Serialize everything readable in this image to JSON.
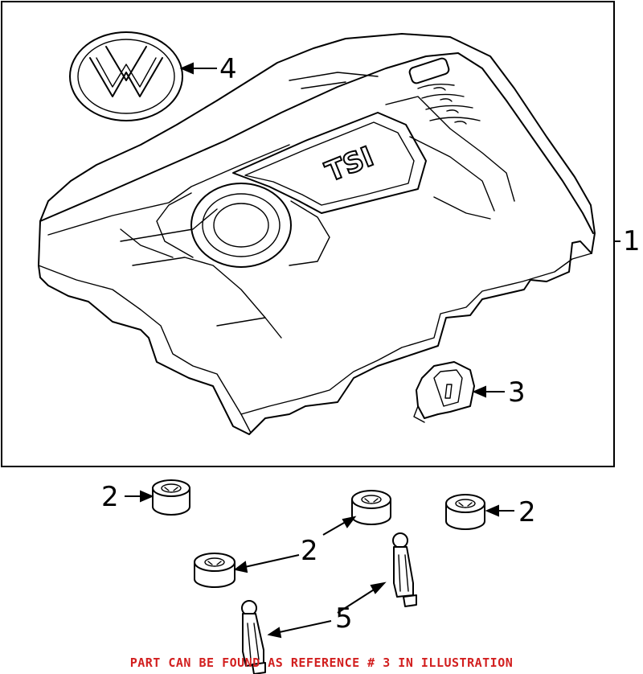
{
  "callouts": {
    "part_1": "1",
    "part_2_top_left": "2",
    "part_2_right": "2",
    "part_2_middle": "2",
    "part_3": "3",
    "part_4": "4",
    "part_5": "5"
  },
  "cover_text": "TSI",
  "footer_note": "PART CAN BE FOUND AS REFERENCE # 3 IN ILLUSTRATION",
  "colors": {
    "line": "#000000",
    "footer_text": "#d21f1f",
    "background": "#ffffff"
  }
}
